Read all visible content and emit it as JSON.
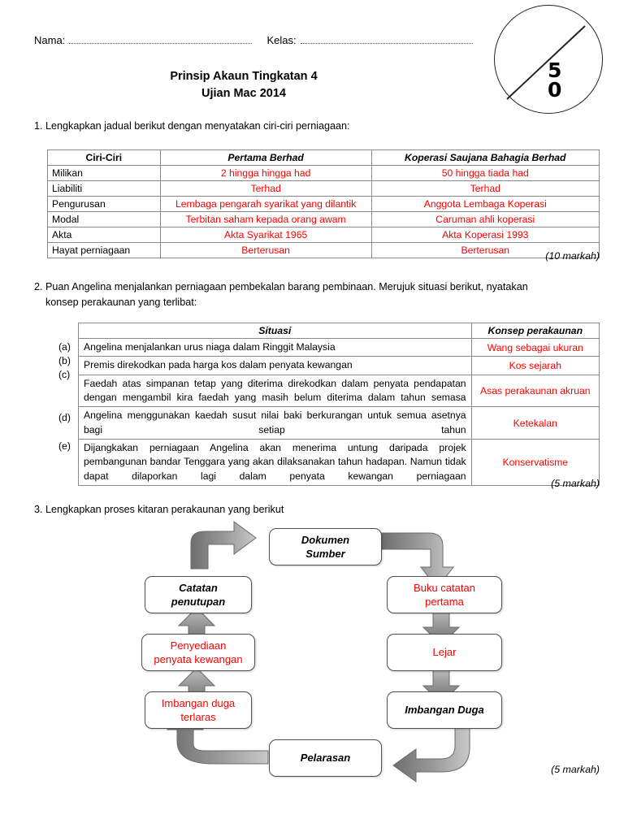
{
  "header": {
    "nama_label": "Nama:",
    "kelas_label": "Kelas:",
    "title_line1": "Prinsip Akaun Tingkatan 4",
    "title_line2": "Ujian Mac 2014",
    "grade_top": "5",
    "grade_bottom": "0"
  },
  "q1": {
    "text": "1. Lengkapkan jadual berikut dengan menyatakan ciri-ciri perniagaan:",
    "markah": "(10 markah)",
    "headers": [
      "Ciri-Ciri",
      "Pertama Berhad",
      "Koperasi Saujana Bahagia Berhad"
    ],
    "rows": [
      {
        "label": "Milikan",
        "c2": "2  hingga hingga had",
        "c3": "50 hingga tiada had"
      },
      {
        "label": "Liabiliti",
        "c2": "Terhad",
        "c3": "Terhad"
      },
      {
        "label": "Pengurusan",
        "c2": "Lembaga pengarah syarikat yang dilantik",
        "c3": "Anggota Lembaga Koperasi"
      },
      {
        "label": "Modal",
        "c2": "Terbitan saham kepada orang awam",
        "c3": "Caruman ahli koperasi"
      },
      {
        "label": "Akta",
        "c2": "Akta Syarikat 1965",
        "c3": "Akta Koperasi 1993"
      },
      {
        "label": "Hayat perniagaan",
        "c2": "Berterusan",
        "c3": "Berterusan"
      }
    ]
  },
  "q2": {
    "text_line1": "2. Puan Angelina menjalankan perniagaan pembekalan barang pembinaan. Merujuk situasi berikut, nyatakan",
    "text_line2": "konsep perakaunan yang terlibat:",
    "markah": "(5 markah)",
    "headers": [
      "Situasi",
      "Konsep perakaunan"
    ],
    "rows": [
      {
        "tag": "(a)",
        "situasi": "Angelina menjalankan urus niaga dalam Ringgit Malaysia",
        "konsep": "Wang sebagai ukuran"
      },
      {
        "tag": "(b)",
        "situasi": "Premis direkodkan pada harga kos dalam penyata kewangan",
        "konsep": "Kos sejarah"
      },
      {
        "tag": "(c)",
        "situasi": "Faedah atas simpanan tetap yang diterima direkodkan dalam penyata pendapatan dengan mengambil kira faedah yang masih belum diterima dalam tahun semasa",
        "konsep": "Asas perakaunan akruan"
      },
      {
        "tag": "(d)",
        "situasi": "Angelina menggunakan kaedah susut nilai baki berkurangan untuk semua asetnya bagi setiap tahun",
        "konsep": "Ketekalan"
      },
      {
        "tag": "(e)",
        "situasi": "Dijangkakan perniagaan Angelina akan menerima untung daripada projek pembangunan bandar Tenggara yang akan dilaksanakan tahun hadapan. Namun tidak dapat dilaporkan lagi dalam penyata kewangan perniagaan",
        "konsep": "Konservatisme"
      }
    ]
  },
  "q3": {
    "text": "3. Lengkapkan proses kitaran perakaunan yang berikut",
    "markah": "(5 markah)",
    "nodes": [
      {
        "id": "dokumen-sumber",
        "label": "Dokumen\nSumber",
        "style": "bold"
      },
      {
        "id": "buku-catatan-pertama",
        "label": "Buku catatan\npertama",
        "style": "red"
      },
      {
        "id": "lejar",
        "label": "Lejar",
        "style": "red"
      },
      {
        "id": "imbangan-duga",
        "label": "Imbangan Duga",
        "style": "bold"
      },
      {
        "id": "pelarasan",
        "label": "Pelarasan",
        "style": "bold"
      },
      {
        "id": "imbangan-duga-terlaras",
        "label": "Imbangan duga\nterlaras",
        "style": "red"
      },
      {
        "id": "penyediaan-penyata-kewangan",
        "label": "Penyediaan\npenyata kewangan",
        "style": "red"
      },
      {
        "id": "catatan-penutupan",
        "label": "Catatan\npenutupan",
        "style": "bold"
      }
    ]
  },
  "colors": {
    "answer_red": "#ff0000",
    "table_border": "#8a8a8a",
    "node_border": "#4f4f4f"
  }
}
